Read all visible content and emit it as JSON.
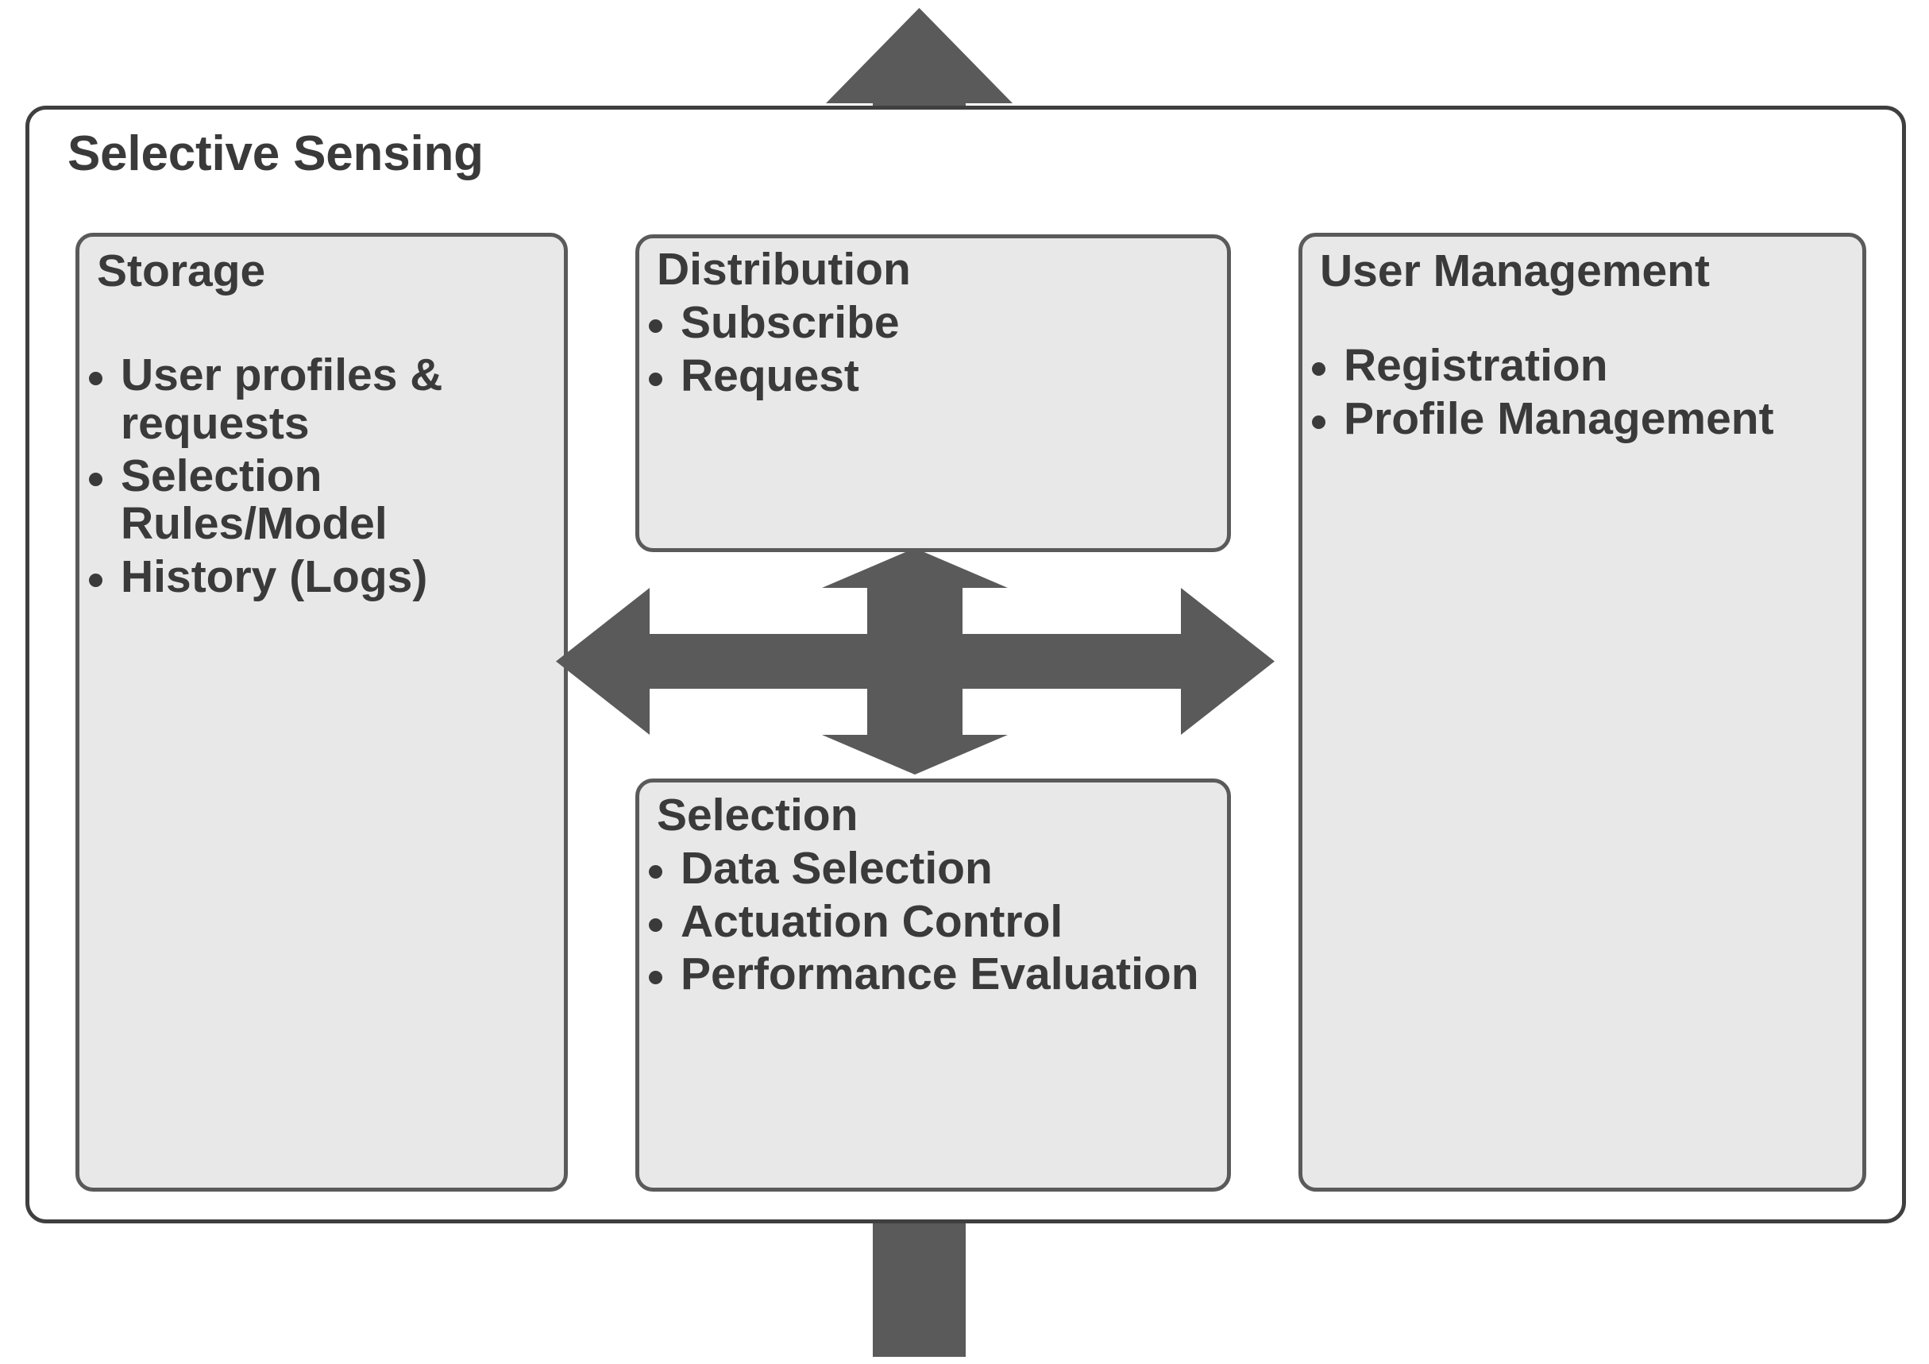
{
  "diagram": {
    "outer": {
      "title": "Selective Sensing",
      "border_color": "#3f3f3f",
      "fill_color": "#ffffff"
    },
    "module_fill_color": "#e8e8e8",
    "module_border_color": "#5a5a5a",
    "text_color": "#3a3a3a",
    "arrow_color": "#5a5a5a",
    "modules": [
      {
        "id": "storage",
        "title": "Storage",
        "bullets": [
          "User profiles & requests",
          "Selection Rules/Model",
          "History (Logs)"
        ]
      },
      {
        "id": "distribution",
        "title": "Distribution",
        "bullets": [
          "Subscribe",
          "Request"
        ]
      },
      {
        "id": "selection",
        "title": "Selection",
        "bullets": [
          "Data Selection",
          "Actuation Control",
          "Performance Evaluation"
        ]
      },
      {
        "id": "user-management",
        "title": "User Management",
        "bullets": [
          "Registration",
          "Profile Management"
        ]
      }
    ],
    "arrows": [
      {
        "id": "cross",
        "name": "four-way-arrow",
        "directions": [
          "left",
          "right",
          "up",
          "down"
        ]
      },
      {
        "id": "top",
        "name": "outbound-arrow-up",
        "directions": [
          "up"
        ]
      },
      {
        "id": "bottom",
        "name": "inbound-arrow-up",
        "directions": [
          "up"
        ]
      }
    ]
  }
}
